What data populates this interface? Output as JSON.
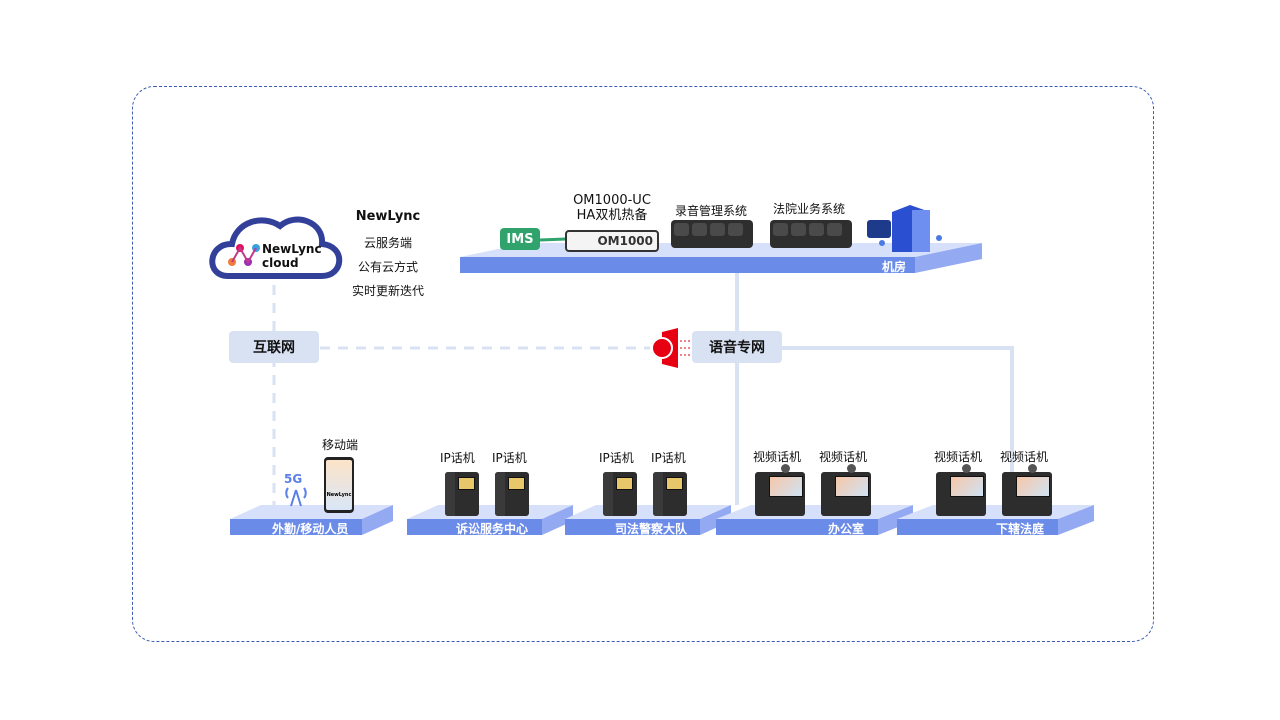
{
  "cloud": {
    "logo_line1": "NewLync",
    "logo_line2": "cloud",
    "desc_title": "NewLync",
    "desc_lines": [
      "云服务端",
      "公有云方式",
      "实时更新迭代"
    ]
  },
  "machine_room": {
    "om_title1": "OM1000-UC",
    "om_title2": "HA双机热备",
    "ims": "IMS",
    "om_device": "OM1000",
    "recording": "录音管理系统",
    "court_system": "法院业务系统",
    "platform_label": "机房"
  },
  "networks": {
    "internet": "互联网",
    "voice": "语音专网"
  },
  "sites": [
    {
      "label": "外勤/移动人员",
      "badge": "5G",
      "devices": [
        "移动端"
      ],
      "device_text": "NewLync"
    },
    {
      "label": "诉讼服务中心",
      "devices": [
        "IP话机",
        "IP话机"
      ]
    },
    {
      "label": "司法警察大队",
      "devices": [
        "IP话机",
        "IP话机"
      ]
    },
    {
      "label": "办公室",
      "devices": [
        "视频话机",
        "视频话机"
      ]
    },
    {
      "label": "下辖法庭",
      "devices": [
        "视频话机",
        "视频话机"
      ]
    }
  ],
  "colors": {
    "platform_front": "#6b8be8",
    "platform_top": "#d6e0fb",
    "platform_side": "#93a9f2",
    "ims": "#2fa36b",
    "frame": "#3a5bb0",
    "link": "#d9e2f3",
    "firewall": "#e60012"
  }
}
